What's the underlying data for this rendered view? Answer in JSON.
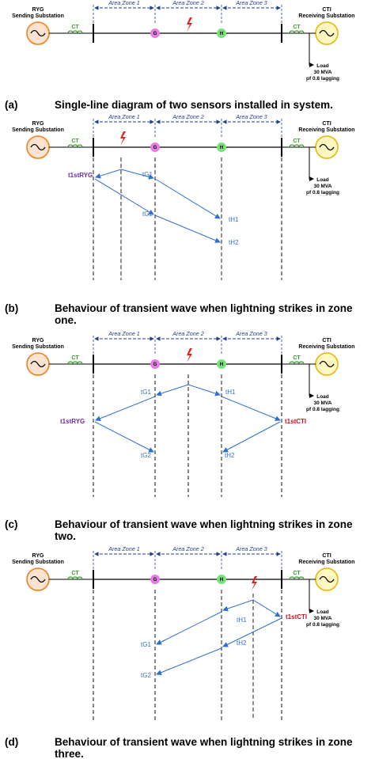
{
  "common": {
    "left_source": "RYG",
    "left_source_sub": "Sending Substation",
    "right_source": "CTI",
    "right_source_sub": "Receiving Substation",
    "ct": "CT",
    "zone1": "Area Zone 1",
    "zone2": "Area Zone 2",
    "zone3": "Area Zone 3",
    "node_g": "G",
    "node_h": "H",
    "load_line1": "Load",
    "load_line2": "30 MVA",
    "load_line3": "pf 0.8 lagging"
  },
  "waves": {
    "tG1": "tG1",
    "tG2": "tG2",
    "tH1": "tH1",
    "tH2": "tH2",
    "t1stRYG": "t1stRYG",
    "t1stCTI": "t1stCTI"
  },
  "captions": [
    {
      "letter": "(a)",
      "line1": "Single-line diagram of two sensors installed in system.",
      "line2": ""
    },
    {
      "letter": "(b)",
      "line1": "Behaviour of transient wave when lightning strikes in zone",
      "line2": "one."
    },
    {
      "letter": "(c)",
      "line1": "Behaviour of transient wave when lightning strikes in zone",
      "line2": "two."
    },
    {
      "letter": "(d)",
      "line1": "Behaviour of transient wave when lightning strikes in zone",
      "line2": "three."
    }
  ],
  "colors": {
    "generator_stroke": "#f07f1a",
    "generator_fill": "#fde3cf",
    "receiver_stroke": "#e5b800",
    "receiver_fill": "#fff7c2",
    "node_g": "#e57de5",
    "node_h": "#7be07b",
    "ct": "#33a02c",
    "zone_arrow": "#1f3f8f",
    "wave": "#2f6fcf",
    "lightning": "#e0211f"
  }
}
